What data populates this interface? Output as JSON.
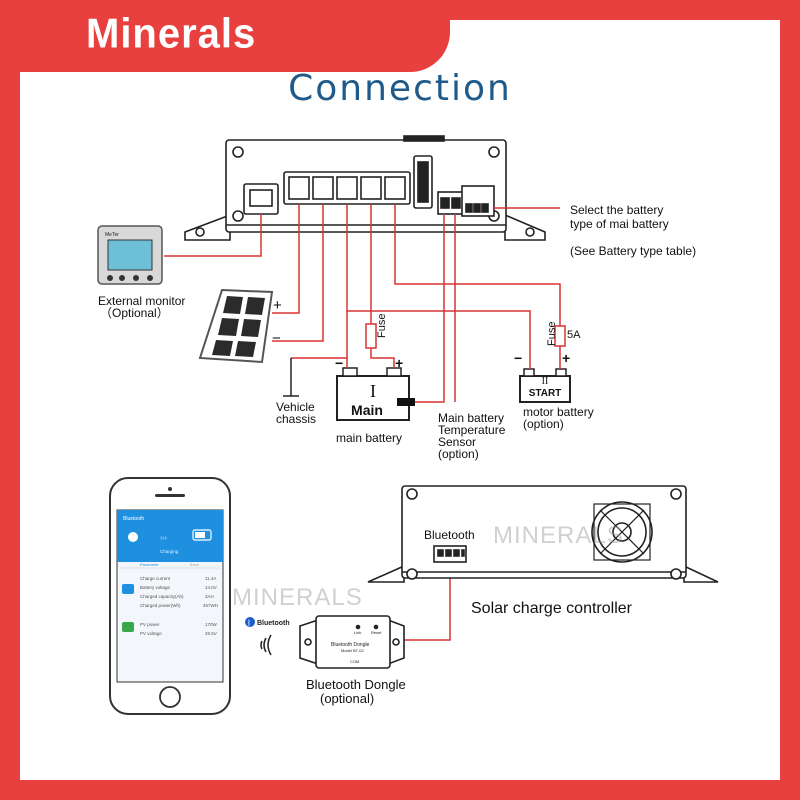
{
  "brand": {
    "logo_text": "Minerals"
  },
  "title": "Connection",
  "labels": {
    "external_monitor": "External monitor",
    "external_monitor_note": "（Optional）",
    "select_battery_1": "Select the battery",
    "select_battery_2": "type of mai battery",
    "see_table": "(See Battery type table)",
    "vehicle_1": "Vehicle",
    "vehicle_2": "chassis",
    "main_battery": "main battery",
    "temp_1": "Main battery",
    "temp_2": "Temperature",
    "temp_3": "Sensor",
    "temp_4": "(option)",
    "motor_1": "motor battery",
    "motor_2": "(option)",
    "fuse_main": "Fuse",
    "fuse_motor": "Fuse",
    "fuse_rating": "5A",
    "main_roman": "I",
    "main_word": "Main",
    "motor_roman": "II",
    "motor_word": "START",
    "plus": "+",
    "minus": "−",
    "bluetooth_port": "Bluetooth",
    "solar_controller": "Solar charge controller",
    "dongle_1": "Bluetooth Dongle",
    "dongle_2": "(optional)",
    "dongle_body_1": "Bluetooth Dongle",
    "dongle_body_2": "Model BT-02",
    "dongle_link": "Link",
    "dongle_reset": "Reset",
    "dongle_com": "COM",
    "bt_badge": "Bluetooth",
    "monitor_brand": "MeTer",
    "watermark": "MINERALS"
  },
  "phone": {
    "header": "Bluetooth",
    "status": "Charging",
    "tabs": [
      "Parameter",
      "Error"
    ],
    "rows": [
      {
        "label": "Charge current",
        "value": "11.4A"
      },
      {
        "label": "Battery voltage",
        "value": "14.0V"
      },
      {
        "label": "Charged capacity(Ah)",
        "value": "3AH"
      },
      {
        "label": "Charged power(Wh)",
        "value": "467WH"
      },
      {
        "label": "PV power",
        "value": "170W"
      },
      {
        "label": "PV voltage",
        "value": "26.5V"
      }
    ]
  },
  "colors": {
    "accent": "#e8403f",
    "title": "#1f5a8a",
    "wire": "#d93333",
    "phone_blue": "#1f8fe0"
  }
}
